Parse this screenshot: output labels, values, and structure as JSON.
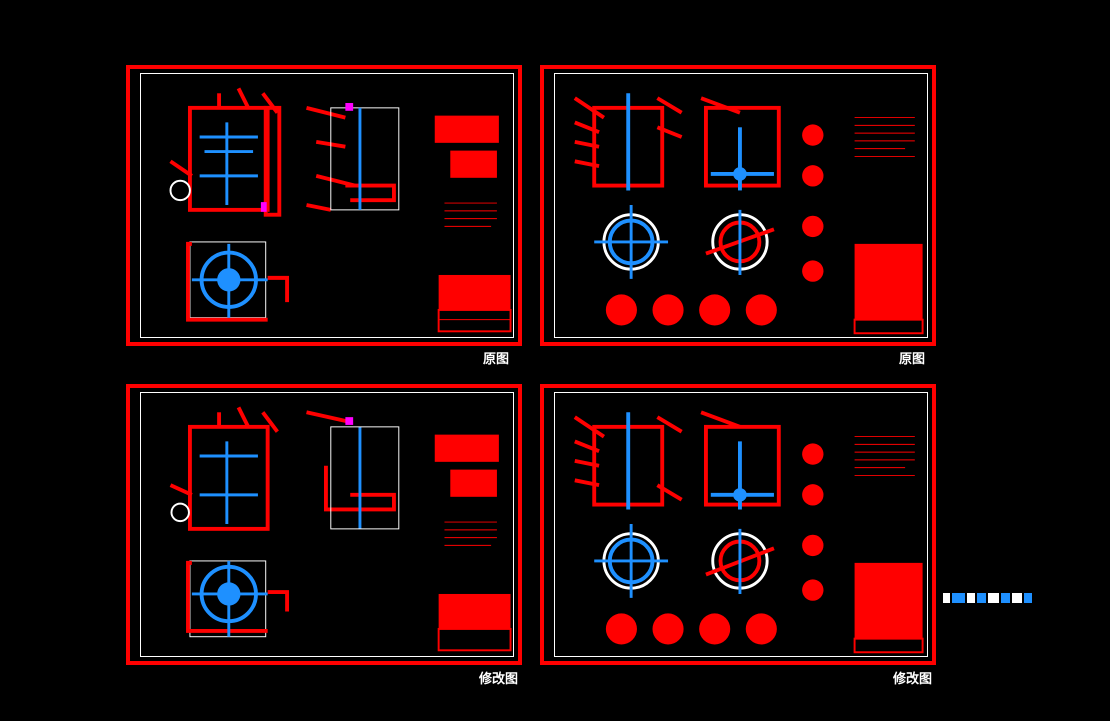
{
  "colors": {
    "background": "#000000",
    "frame": "#ff0000",
    "inner_border": "#ffffff",
    "centerline": "#1e90ff",
    "accent": "#ff00ff"
  },
  "sheets": [
    {
      "id": "top-left",
      "caption": "原图"
    },
    {
      "id": "top-right",
      "caption": "原图"
    },
    {
      "id": "bottom-left",
      "caption": "修改图"
    },
    {
      "id": "bottom-right",
      "caption": "修改图"
    }
  ],
  "icons": [
    "drawing-sheet-icon",
    "toolbar-strip-icon"
  ]
}
